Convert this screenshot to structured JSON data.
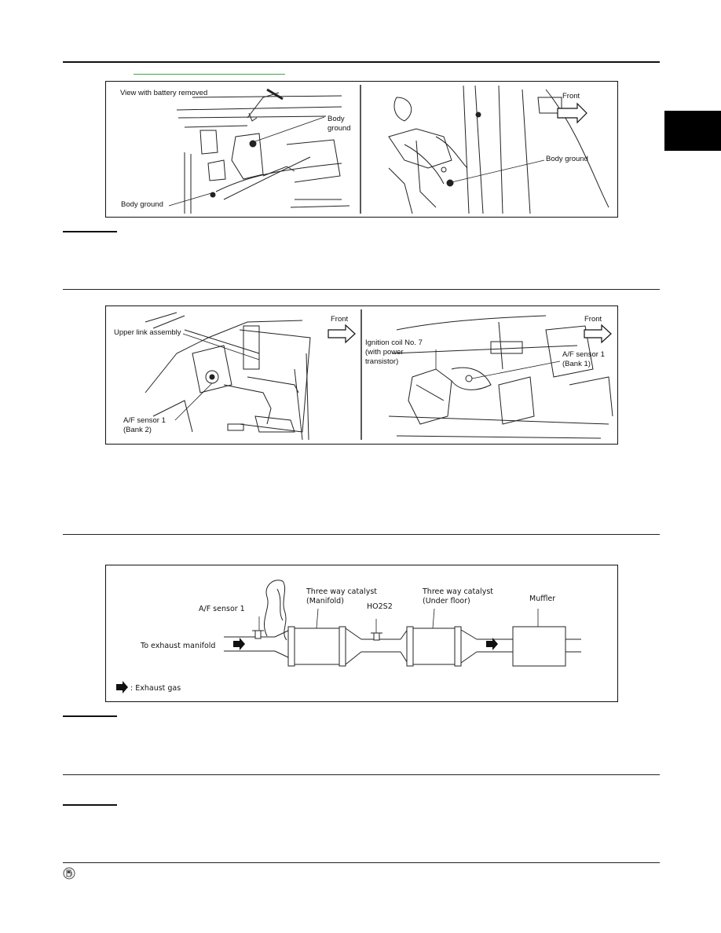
{
  "figure1": {
    "left_caption": "View with battery removed",
    "body_ground_top": "Body\nground",
    "body_ground_bottom": "Body ground",
    "front_label": "Front",
    "body_ground_right": "Body ground"
  },
  "figure2": {
    "front_left": "Front",
    "upper_link": "Upper link assembly",
    "af_sensor_bank2": "A/F sensor 1\n(Bank 2)",
    "front_right": "Front",
    "ignition_coil": "Ignition coil No. 7\n(with power\ntransistor)",
    "af_sensor_bank1": "A/F sensor 1\n(Bank 1)"
  },
  "figure3": {
    "af_sensor": "A/F sensor 1",
    "catalyst_manifold": "Three way catalyst\n(Manifold)",
    "ho2s2": "HO2S2",
    "catalyst_under_floor": "Three way catalyst\n(Under floor)",
    "muffler": "Muffler",
    "to_exhaust": "To exhaust manifold",
    "legend": ": Exhaust gas"
  },
  "colors": {
    "link": "#3aa84a",
    "ink": "#111111"
  },
  "icons": {
    "footer": "gasoline-engine-icon",
    "flow": "arrow-right-icon"
  }
}
